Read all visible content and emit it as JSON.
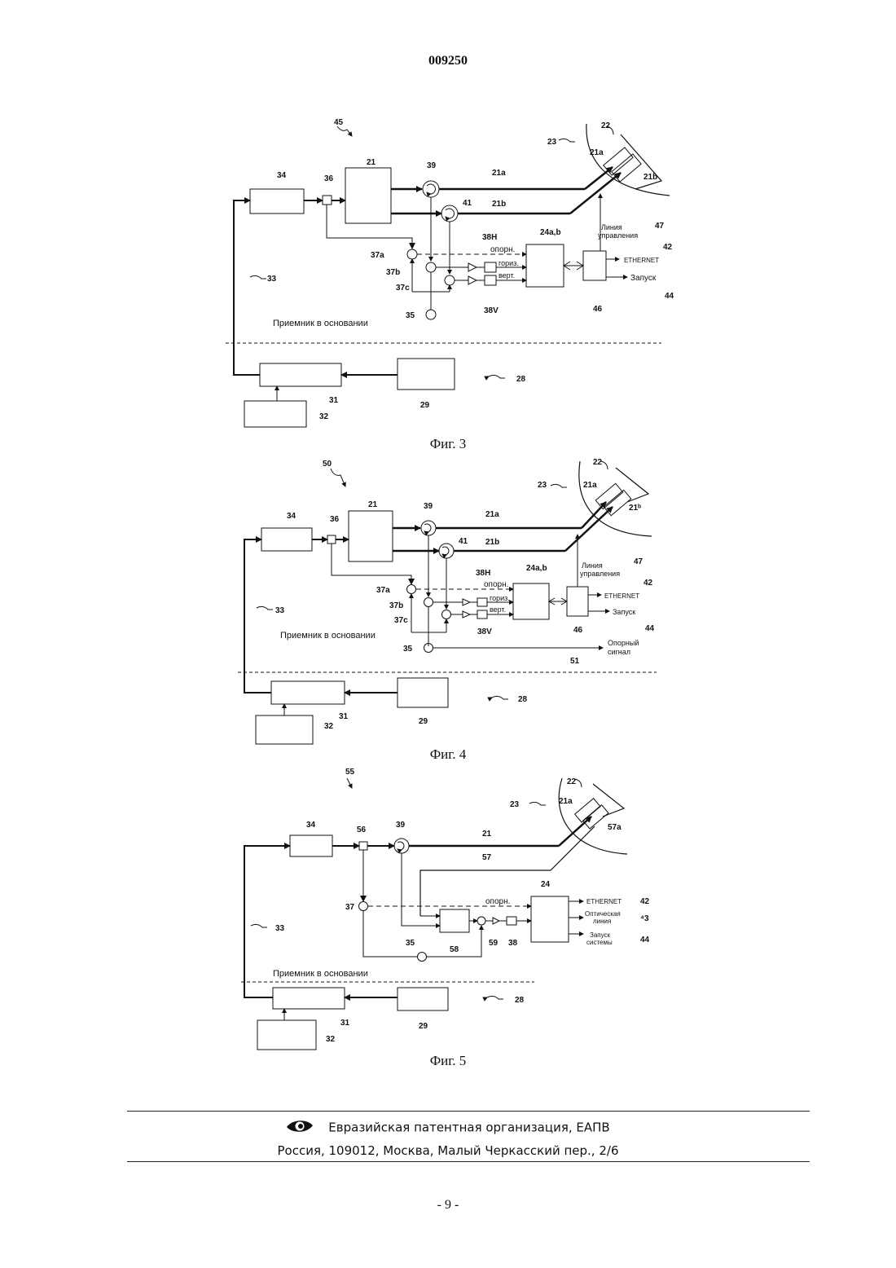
{
  "document_number": "009250",
  "figures": [
    {
      "caption": "Фиг. 3",
      "ref_assembly": "45",
      "blocks": {
        "source": "34",
        "splitter": "36",
        "transmitter": "21",
        "processor": "24a,b",
        "controller": "46",
        "horn": "22",
        "aircraft": "23",
        "b29": "29",
        "b31": "31",
        "b32": "32"
      },
      "labels": {
        "circ_a": "39",
        "circ_b": "41",
        "line_a": "21a",
        "line_b": "21b",
        "feed_a": "21a",
        "feed_b": "21b",
        "mix_a": "37a",
        "mix_b": "37b",
        "mix_c": "37c",
        "osc": "35",
        "det_h": "38H",
        "det_v": "38V",
        "link": "33",
        "ground_ref": "28",
        "control_ref": "47",
        "ethernet_ref": "42",
        "start_ref": "44"
      },
      "text": {
        "ref": "опорн.",
        "horiz": "гориз.",
        "vert": "верт.",
        "control_line_1": "Линия",
        "control_line_2": "управления",
        "ethernet": "ETHERNET",
        "start": "Запуск",
        "receiver": "Приемник в основании"
      }
    },
    {
      "caption": "Фиг. 4",
      "ref_assembly": "50",
      "blocks": {
        "source": "34",
        "splitter": "36",
        "transmitter": "21",
        "processor": "24a,b",
        "controller": "46",
        "horn": "22",
        "aircraft": "23",
        "b29": "29",
        "b31": "31",
        "b32": "32"
      },
      "labels": {
        "circ_a": "39",
        "circ_b": "41",
        "line_a": "21a",
        "line_b": "21b",
        "feed_a": "21a",
        "feed_b": "21ᵇ",
        "mix_a": "37a",
        "mix_b": "37b",
        "mix_c": "37c",
        "osc": "35",
        "det_h": "38H",
        "det_v": "38V",
        "link": "33",
        "ground_ref": "28",
        "control_ref": "47",
        "ethernet_ref": "42",
        "start_ref": "44",
        "ref_out_ref": "51"
      },
      "text": {
        "ref": "опорн.",
        "horiz": "гориз.",
        "vert": "верт.",
        "control_line_1": "Линия",
        "control_line_2": "управления",
        "ethernet": "ETHERNET",
        "start": "Запуск",
        "receiver": "Приемник в основании",
        "ref_signal_1": "Опорный",
        "ref_signal_2": "сигнал"
      }
    },
    {
      "caption": "Фиг. 5",
      "ref_assembly": "55",
      "blocks": {
        "source": "34",
        "splitter": "56",
        "processor": "24",
        "mixer_block": "58",
        "horn": "22",
        "aircraft": "23",
        "b29": "29",
        "b31": "31",
        "b32": "32"
      },
      "labels": {
        "circ_a": "39",
        "line_a": "21",
        "line_57": "57",
        "feed_a": "21a",
        "feed_b": "57a",
        "mix_a": "37",
        "osc": "35",
        "mix_59": "59",
        "det": "38",
        "link": "33",
        "ground_ref": "28",
        "ethernet_ref": "42",
        "optical_ref": "⁴3",
        "start_ref": "44"
      },
      "text": {
        "ref": "опорн.",
        "ethernet": "ETHERNET",
        "optical_1": "Оптическая",
        "optical_2": "линия",
        "start_1": "Запуск",
        "start_2": "системы",
        "receiver": "Приемник в основании"
      }
    }
  ],
  "footer": {
    "organization": "Евразийская патентная организация, ЕАПВ",
    "address": "Россия, 109012, Москва, Малый Черкасский пер., 2/6"
  },
  "page_number": "- 9 -"
}
